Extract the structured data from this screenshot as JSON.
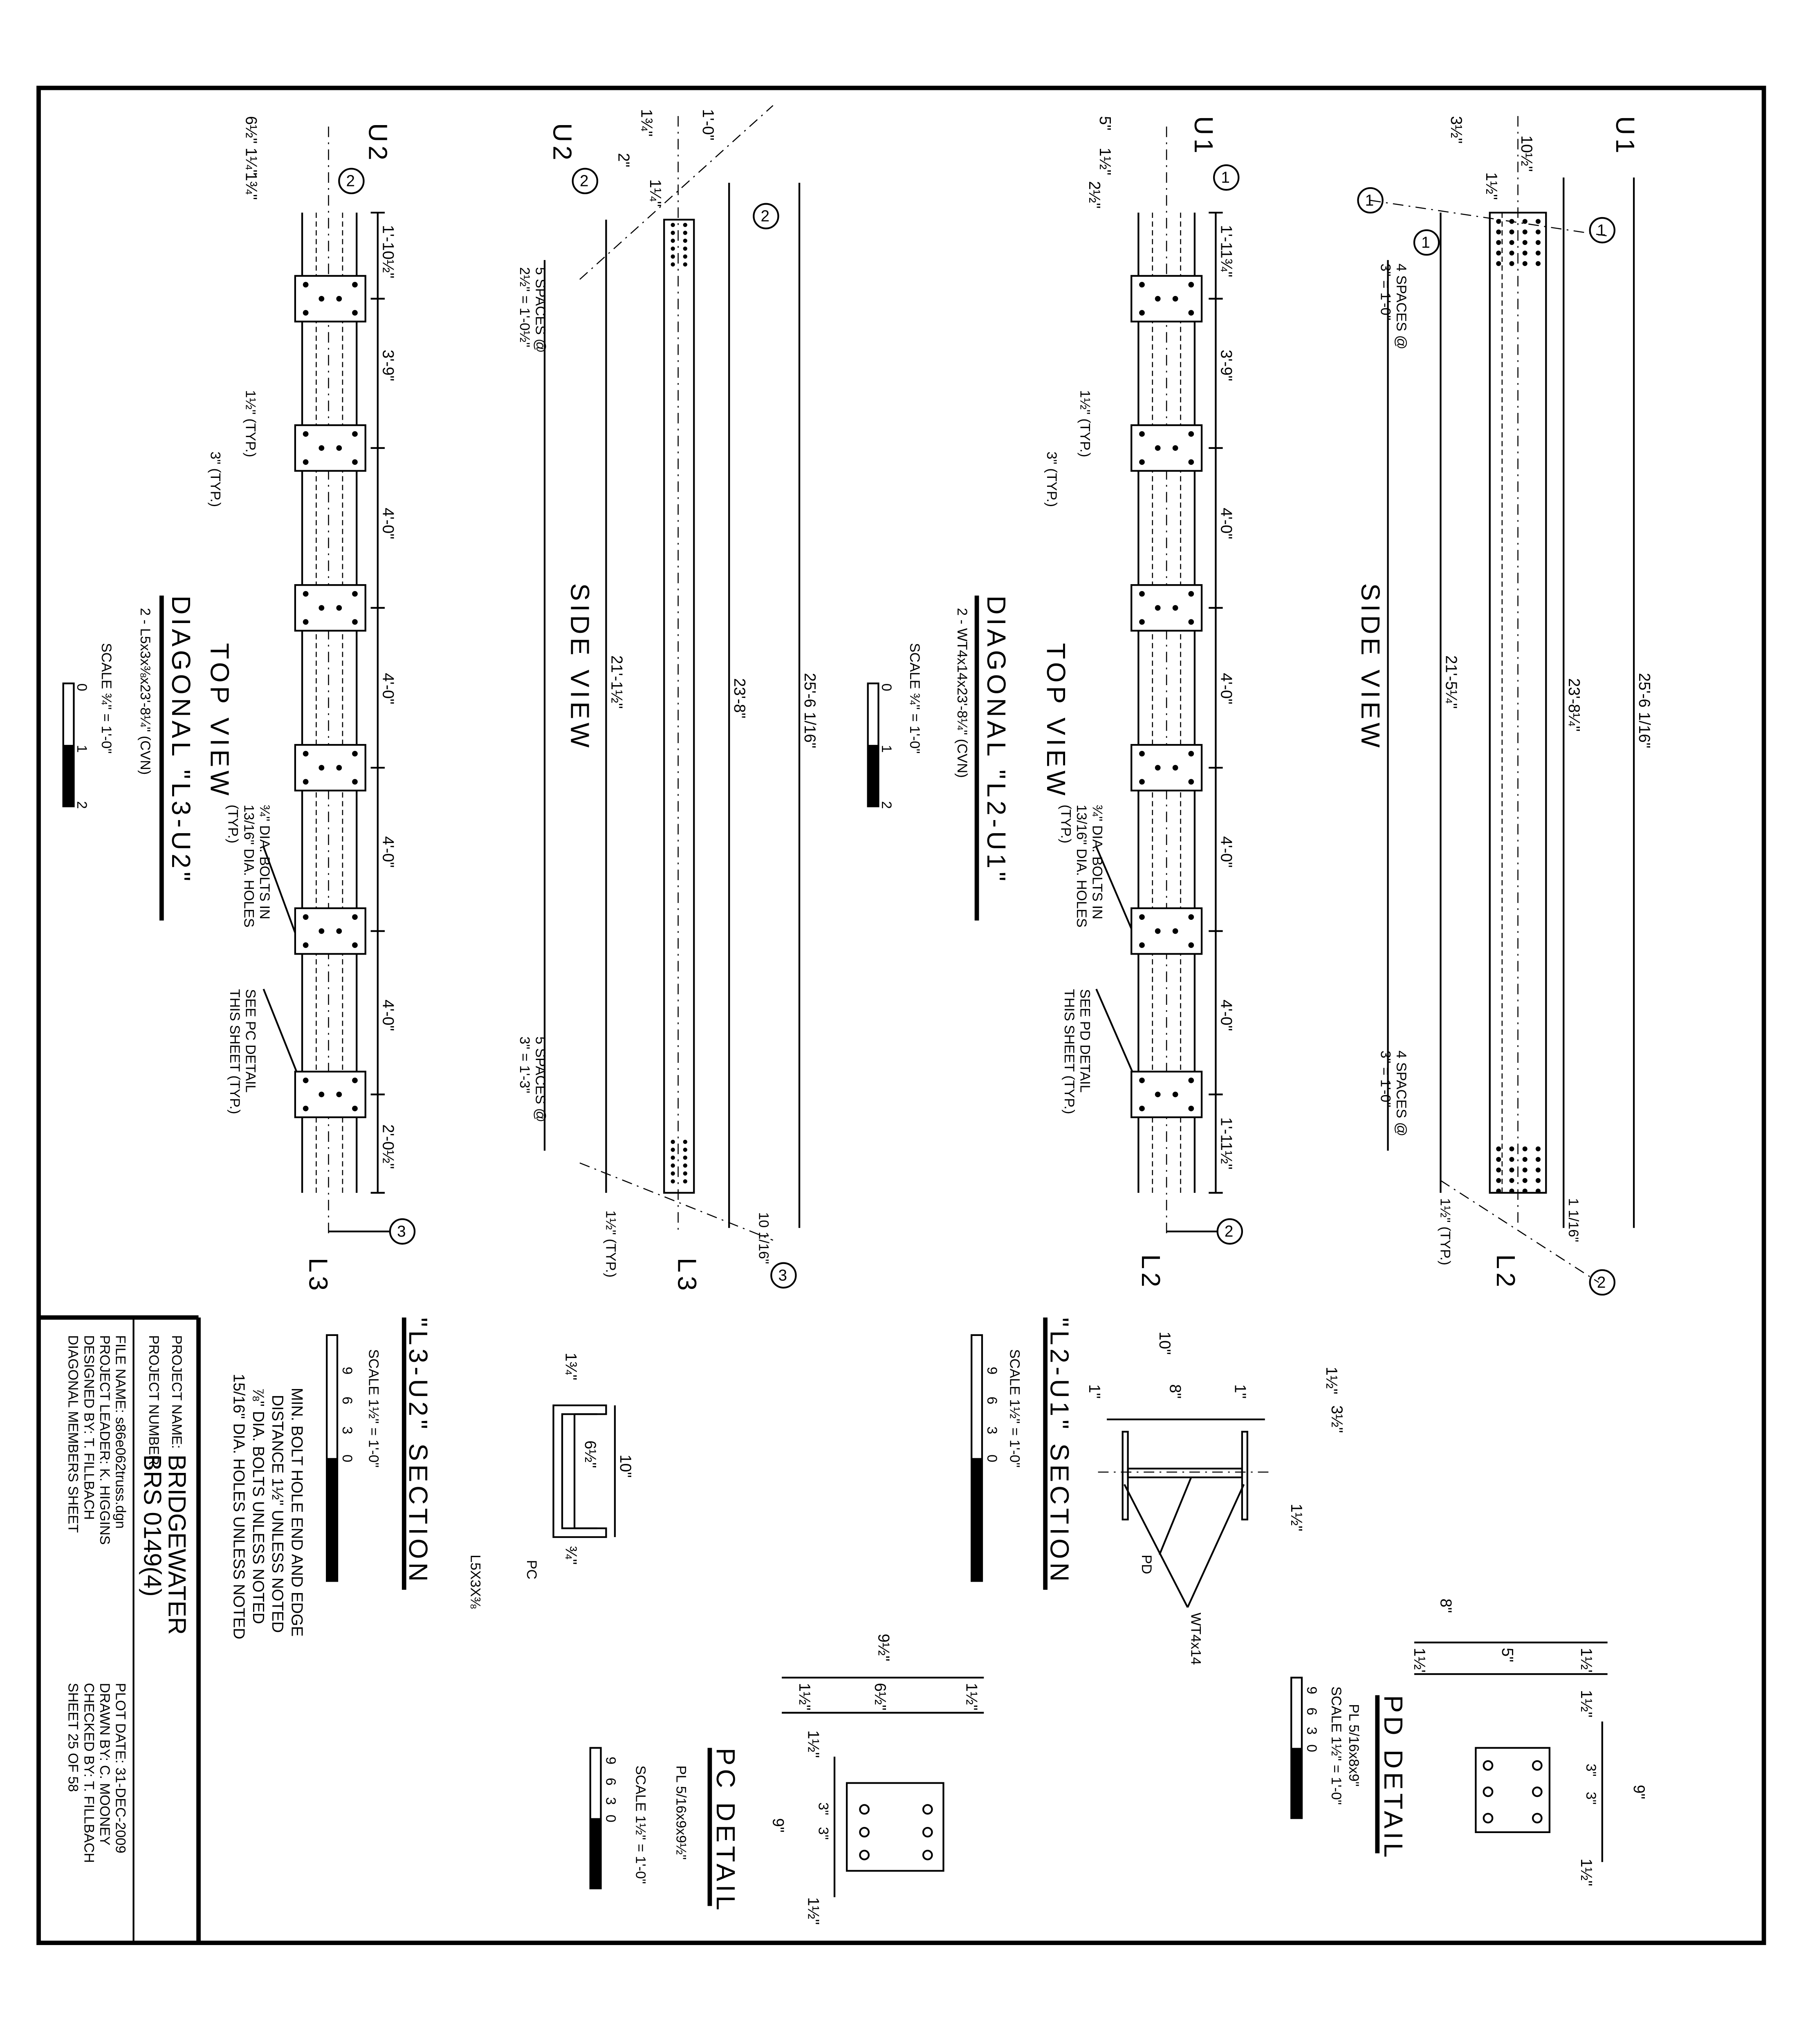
{
  "title_block": {
    "project_name_label": "PROJECT NAME:",
    "project_name": "BRIDGEWATER",
    "project_number_label": "PROJECT NUMBER:",
    "project_number": "BRS 0149(4)",
    "file_name": "FILE NAME: s86e062truss.dgn",
    "plot_date": "PLOT DATE: 31-DEC-2009",
    "project_leader": "PROJECT LEADER: K. HIGGINS",
    "drawn_by": "DRAWN BY:  C. MOONEY",
    "designed_by": "DESIGNED BY:   T. FILLBACH",
    "checked_by": "CHECKED BY: T. FILLBACH",
    "sheet_title": "DIAGONAL MEMBERS SHEET",
    "sheet_number": "SHEET   25   OF   58"
  },
  "notes": [
    "MIN. BOLT HOLE END AND EDGE",
    "DISTANCE 1½\" UNLESS NOTED",
    "⅞\" DIA. BOLTS UNLESS NOTED",
    "15/16\" DIA. HOLES UNLESS NOTED"
  ],
  "l3u2": {
    "view_title": "TOP VIEW",
    "member_title": "DIAGONAL \"L3-U2\"",
    "member_spec": "2 - L5x3x⅜x23'-8¼\" (CVN)",
    "scale": "SCALE ¾\" = 1'-0\"",
    "scale_ticks": [
      "0",
      "1",
      "2"
    ],
    "top_node": "U2",
    "bottom_node": "L3",
    "top_dims": [
      "6½\"",
      "1¼\"",
      "1¾\""
    ],
    "spacing_dims": [
      "1'-10½\"",
      "3'-9\"",
      "4'-0\"",
      "4'-0\"",
      "4'-0\"",
      "4'-0\"",
      "2'-0½\""
    ],
    "typ_edge": "1½\" (TYP.)",
    "typ_pitch": "3\" (TYP.)",
    "bolt_note": [
      "¾\" DIA. BOLTS IN",
      "13/16\" DIA. HOLES",
      "(TYP.)"
    ],
    "detail_ref": [
      "SEE PC DETAIL",
      "THIS SHEET (TYP.)"
    ],
    "circle_top": "2",
    "circle_bottom": "3",
    "side": {
      "view_title": "SIDE VIEW",
      "top_node": "U2",
      "bottom_node": "L3",
      "top_dims": [
        "1¾\"",
        "1'-0\"",
        "2\"",
        "1¼\""
      ],
      "spaces_top": [
        "5 SPACES @",
        "2½\" = 1'-0½\""
      ],
      "spaces_bottom": [
        "5 SPACES @",
        "3\" = 1'-3\""
      ],
      "dim_inner": "21'-1½\"",
      "dim_mid": "23'-8\"",
      "dim_outer": "25'-6 1/16\"",
      "typ_edge": "1½\" (TYP.)",
      "bottom_offset": "10 1/16\"",
      "circle_top_a": "2",
      "circle_top_b": "2",
      "circle_bottom": "3"
    },
    "section": {
      "title": "\"L3-U2\" SECTION",
      "scale": "SCALE 1½\" = 1'-0\"",
      "scale_ticks": [
        "9",
        "6",
        "3",
        "0"
      ],
      "dims": [
        "10\"",
        "1¾\"",
        "6½\"",
        "¾\""
      ],
      "callouts": [
        "PC",
        "L5X3X⅜"
      ]
    }
  },
  "l2u1": {
    "view_title": "TOP VIEW",
    "member_title": "DIAGONAL \"L2-U1\"",
    "member_spec": "2 - WT4x14x23'-8¼\" (CVN)",
    "scale": "SCALE ¾\" = 1'-0\"",
    "scale_ticks": [
      "0",
      "1",
      "2"
    ],
    "top_node": "U1",
    "bottom_node": "L2",
    "top_dims": [
      "5\"",
      "1½\"",
      "2½\""
    ],
    "spacing_dims": [
      "1'-11¾\"",
      "3'-9\"",
      "4'-0\"",
      "4'-0\"",
      "4'-0\"",
      "4'-0\"",
      "1'-11½\""
    ],
    "typ_edge": "1½\" (TYP.)",
    "typ_pitch": "3\" (TYP.)",
    "bolt_note": [
      "¾\" DIA. BOLTS IN",
      "13/16\" DIA. HOLES",
      "(TYP.)"
    ],
    "detail_ref": [
      "SEE PD DETAIL",
      "THIS SHEET (TYP.)"
    ],
    "circle_top": "1",
    "circle_bottom": "2",
    "side": {
      "view_title": "SIDE VIEW",
      "top_node": "U1",
      "bottom_node": "L2",
      "top_dims": [
        "3½\"",
        "10½\"",
        "1½\""
      ],
      "spaces_top": [
        "4 SPACES @",
        "3\" = 1'-0\""
      ],
      "spaces_bottom": [
        "4 SPACES @",
        "3\" = 1'-0\""
      ],
      "dim_inner": "21'-5¼\"",
      "dim_mid": "23'-8¼\"",
      "dim_outer": "25'-6 1/16\"",
      "typ_edge": "1½\" (TYP.)",
      "bottom_offset": "1 1/16\"",
      "circle_top_a": "1",
      "circle_top_b": "1",
      "circle_top_c": "1",
      "circle_bottom": "2"
    },
    "section": {
      "title": "\"L2-U1\" SECTION",
      "scale": "SCALE 1½\" = 1'-0\"",
      "scale_ticks": [
        "9",
        "6",
        "3",
        "0"
      ],
      "dims": [
        "10\"",
        "1\"",
        "8\"",
        "1\"",
        "1½\"",
        "3½\"",
        "1½\""
      ],
      "callouts": [
        "PD",
        "WT4x14"
      ]
    }
  },
  "pc_detail": {
    "title": "PC DETAIL",
    "plate": "PL 5/16x9x9½\"",
    "scale": "SCALE 1½\" = 1'-0\"",
    "scale_ticks": [
      "9",
      "6",
      "3",
      "0"
    ],
    "dims": [
      "9½\"",
      "1½\"",
      "6½\"",
      "1½\"",
      "1½\"",
      "3\"",
      "3\"",
      "9\"",
      "1½\""
    ]
  },
  "pd_detail": {
    "title": "PD DETAIL",
    "plate": "PL 5/16x8x9\"",
    "scale": "SCALE 1½\" = 1'-0\"",
    "scale_ticks": [
      "9",
      "6",
      "3",
      "0"
    ],
    "dims": [
      "8\"",
      "1½\"",
      "5\"",
      "1½\"",
      "1½\"",
      "3\"",
      "3\"",
      "9\"",
      "1½\""
    ]
  }
}
